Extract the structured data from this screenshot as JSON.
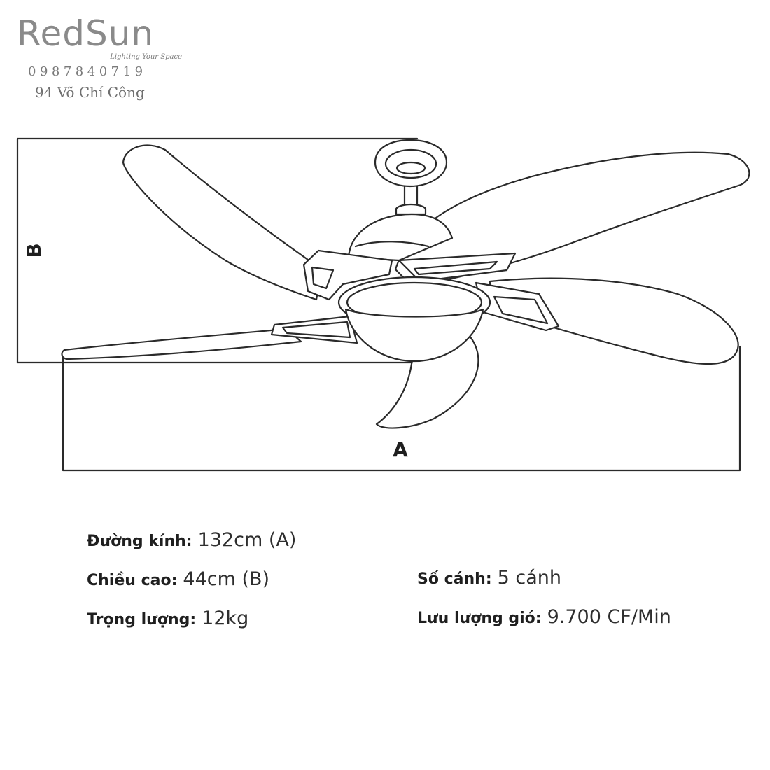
{
  "brand": {
    "name": "RedSun",
    "tagline": "Lighting Your Space",
    "phone": "0987840719",
    "address": "94 Võ Chí Công"
  },
  "diagram": {
    "height_label": "B",
    "width_label": "A"
  },
  "specs": {
    "diameter": {
      "label": "Đường kính:",
      "value": "132cm (A)"
    },
    "height": {
      "label": "Chiều cao:",
      "value": "44cm (B)"
    },
    "weight": {
      "label": "Trọng lượng:",
      "value": "12kg"
    },
    "blades": {
      "label": "Số cánh:",
      "value": "5 cánh"
    },
    "airflow": {
      "label": "Lưu lượng gió:",
      "value": "9.700 CF/Min"
    }
  },
  "colors": {
    "line": "#2a2a2a",
    "logo_gray": "#8a8a8a"
  }
}
